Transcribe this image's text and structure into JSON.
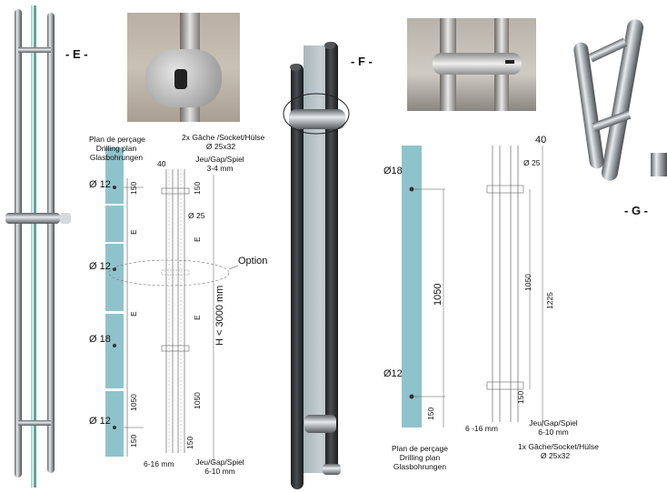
{
  "labels": {
    "E": "- E -",
    "F": "- F -",
    "G": "- G -"
  },
  "drawing_e": {
    "plan_lines": [
      "Plan de perçage",
      "Drilling plan",
      "Glasbohrungen"
    ],
    "socket_lines": [
      "2x Gâche /Socket/Hülse",
      "Ø 25x32"
    ],
    "gap_top_lines": [
      "Jeu/Gap/Spiel",
      "3-4 mm"
    ],
    "dim_40": "40",
    "holes": [
      "Ø 12",
      "Ø 12",
      "Ø 18",
      "Ø 12"
    ],
    "dim_150_top": "150",
    "dim_E_1": "E",
    "dim_E_2": "E",
    "dim_1050": "1050",
    "dim_150_bottom": "150",
    "side_150": "150",
    "side_dia25": "Ø 25",
    "side_E_1": "E",
    "side_E_2": "E",
    "height": "H < 3000 mm",
    "side_1050": "1050",
    "side_150_bottom": "150",
    "option": "Option",
    "bottom_mm": "6-16 mm",
    "gap_bottom_lines": [
      "Jeu/Gap/Spiel",
      "6-10 mm"
    ]
  },
  "drawing_f": {
    "hole_top": "Ø18",
    "hole_bottom": "Ø12",
    "dim_1050": "1050",
    "dim_150": "150",
    "plan_lines": [
      "Plan de perçage",
      "Drilling plan",
      "Glasbohrungen"
    ],
    "dim_40": "40",
    "dia25": "Ø 25",
    "side_1050": "1050",
    "side_1225": "1225",
    "side_150": "150",
    "gap_lines": [
      "Jeu/Gap/Spiel",
      "6-10 mm"
    ],
    "bottom_mm": "6 -16 mm",
    "socket_lines": [
      "1x Gâche/Socket/Hülse",
      "Ø 25x32"
    ]
  },
  "colors": {
    "glass": "#8fc3cc",
    "steel": "#9aa0a4",
    "dark_bar": "#2e3033",
    "line": "#555555"
  }
}
